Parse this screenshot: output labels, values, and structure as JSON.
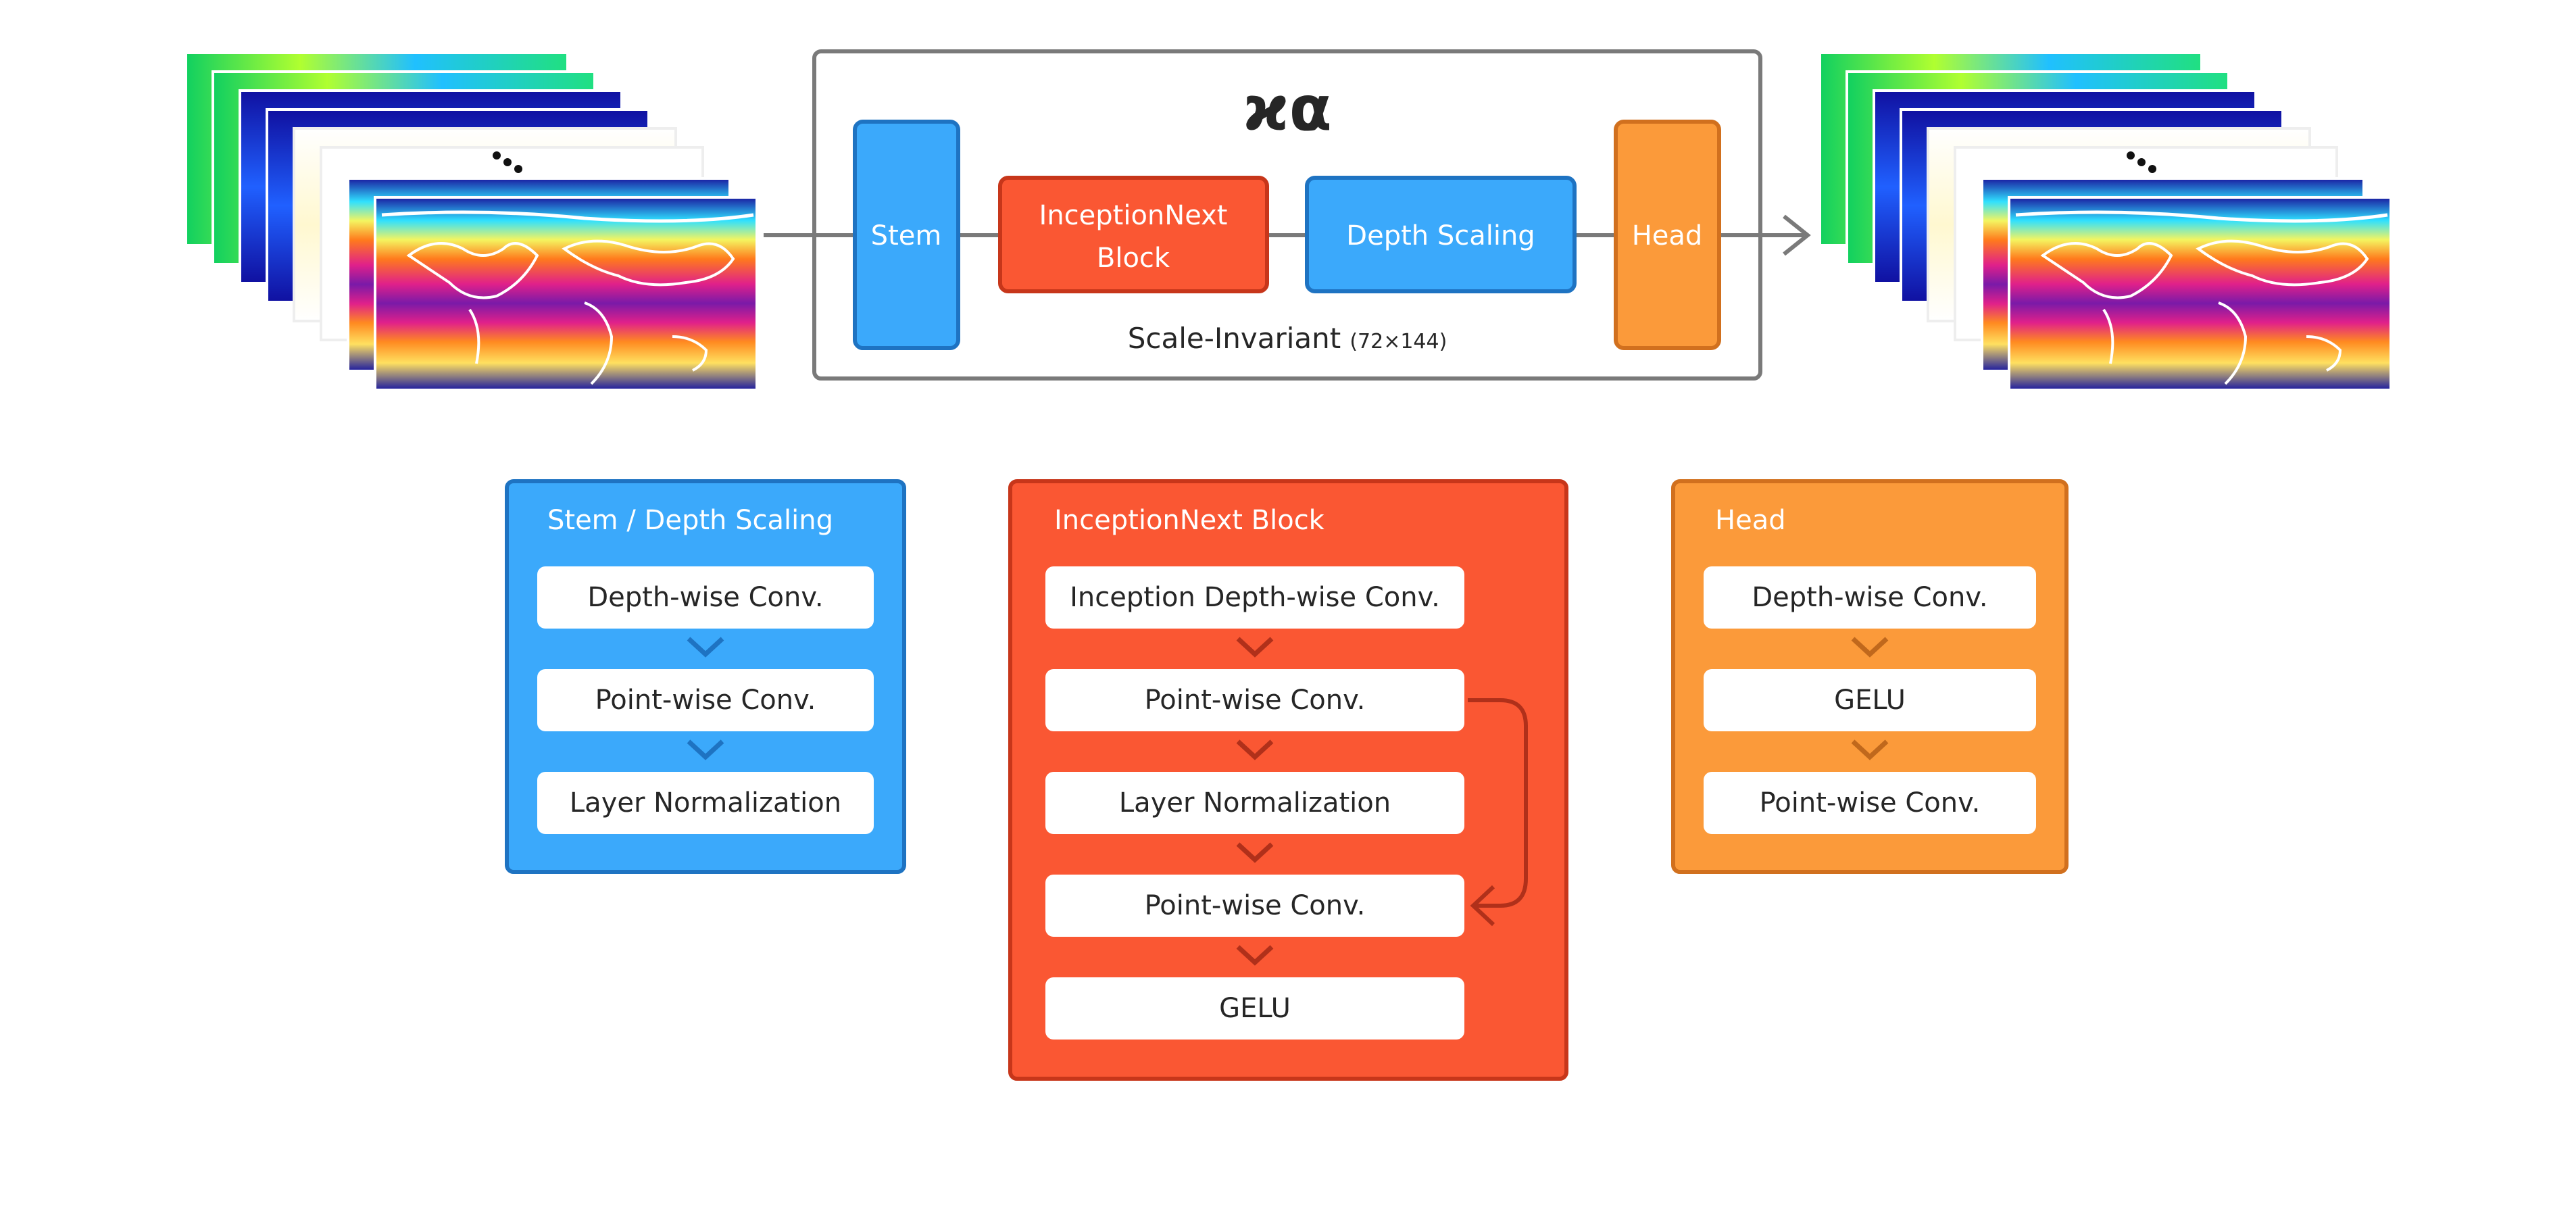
{
  "colors": {
    "blue": "#3BA9FB",
    "blue_border": "#1E73C2",
    "red": "#FA5733",
    "red_border": "#C7361A",
    "orange": "#FB9A3A",
    "orange_border": "#D1701E",
    "frame": "#7A7A7A",
    "arrow": "#7A7A7A",
    "text_dark": "#262626",
    "text_white": "#FFFFFF"
  },
  "pipeline": {
    "model_symbol": "ϰα",
    "stem_label": "Stem",
    "inception_label_line1": "InceptionNext",
    "inception_label_line2": "Block",
    "depth_scaling_label": "Depth Scaling",
    "head_label": "Head",
    "caption_main": "Scale-Invariant",
    "caption_res": "(72×144)",
    "input_maps_icon": "stacked-climate-maps",
    "output_maps_icon": "stacked-climate-maps"
  },
  "detail_panels": {
    "stem": {
      "title": "Stem / Depth Scaling",
      "steps": [
        "Depth-wise Conv.",
        "Point-wise Conv.",
        "Layer Normalization"
      ]
    },
    "inception": {
      "title": "InceptionNext Block",
      "steps": [
        "Inception Depth-wise Conv.",
        "Point-wise Conv.",
        "Layer Normalization",
        "Point-wise Conv.",
        "GELU"
      ]
    },
    "head": {
      "title": "Head",
      "steps": [
        "Depth-wise Conv.",
        "GELU",
        "Point-wise Conv."
      ]
    }
  }
}
